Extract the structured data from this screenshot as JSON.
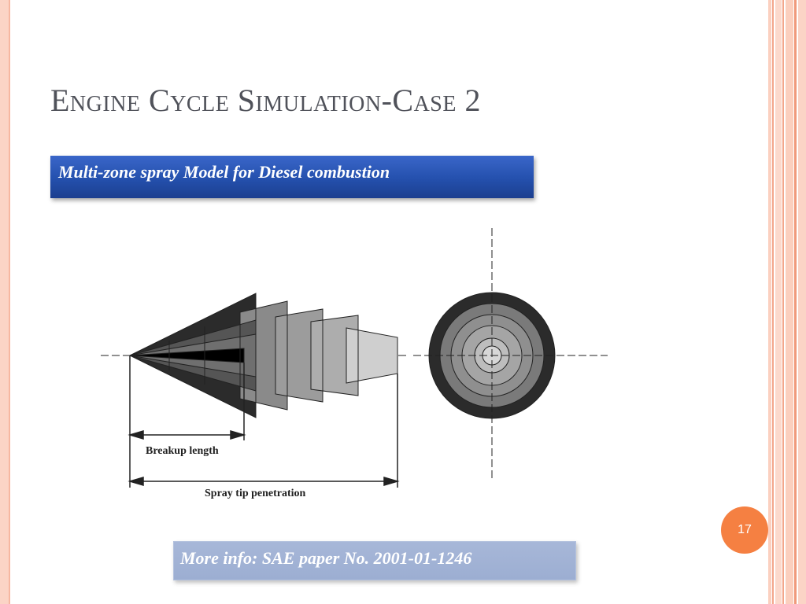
{
  "slide": {
    "title": "Engine Cycle Simulation-Case 2",
    "subtitle": "Multi-zone spray Model for Diesel combustion",
    "diagram": {
      "label_breakup": "Breakup length",
      "label_spray_tip": "Spray tip penetration"
    },
    "page_number": "17",
    "info": "More info: SAE paper No. 2001-01-1246"
  },
  "colors": {
    "subtitle_bg": "#2450ad",
    "page_badge": "#f58042",
    "info_bg": "#9caed2",
    "title_text": "#50525a",
    "border_peach": "#fbd4c6"
  }
}
